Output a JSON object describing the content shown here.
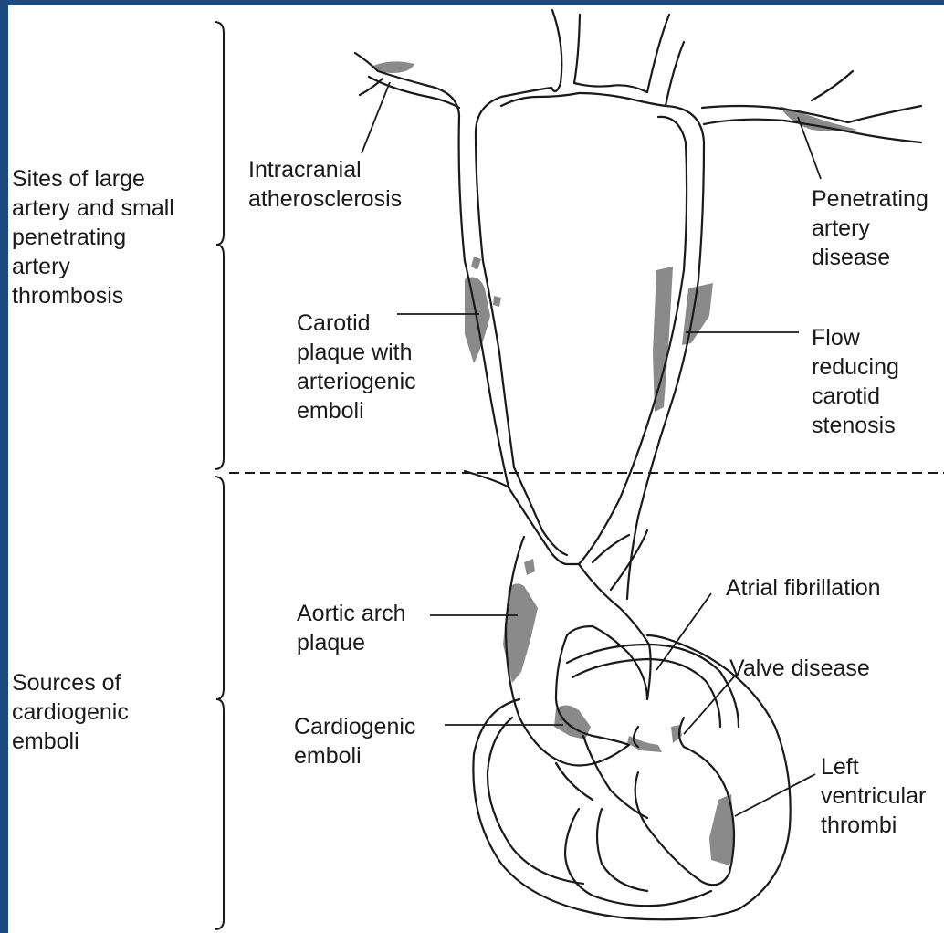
{
  "colors": {
    "frame": "#1d4b80",
    "background": "#ffffff",
    "ink": "#1a1a1a",
    "plaque": "#8a8a8a"
  },
  "groups": {
    "top": "Sites of large\nartery and small\npenetrating\nartery\nthrombosis",
    "bottom": "Sources of\ncardiogenic\nemboli"
  },
  "labels": {
    "intracranial": "Intracranial\natherosclerosis",
    "penetrating": "Penetrating\nartery\ndisease",
    "carotid_plaque": "Carotid\nplaque with\narteriogenic\nemboli",
    "flow_reducing": "Flow\nreducing\ncarotid\nstenosis",
    "aortic_arch": "Aortic arch\nplaque",
    "cardiogenic": "Cardiogenic\nemboli",
    "atrial_fib": "Atrial fibrillation",
    "valve": "Valve disease",
    "left_ventricular": "Left\nventricular\nthrombi"
  }
}
